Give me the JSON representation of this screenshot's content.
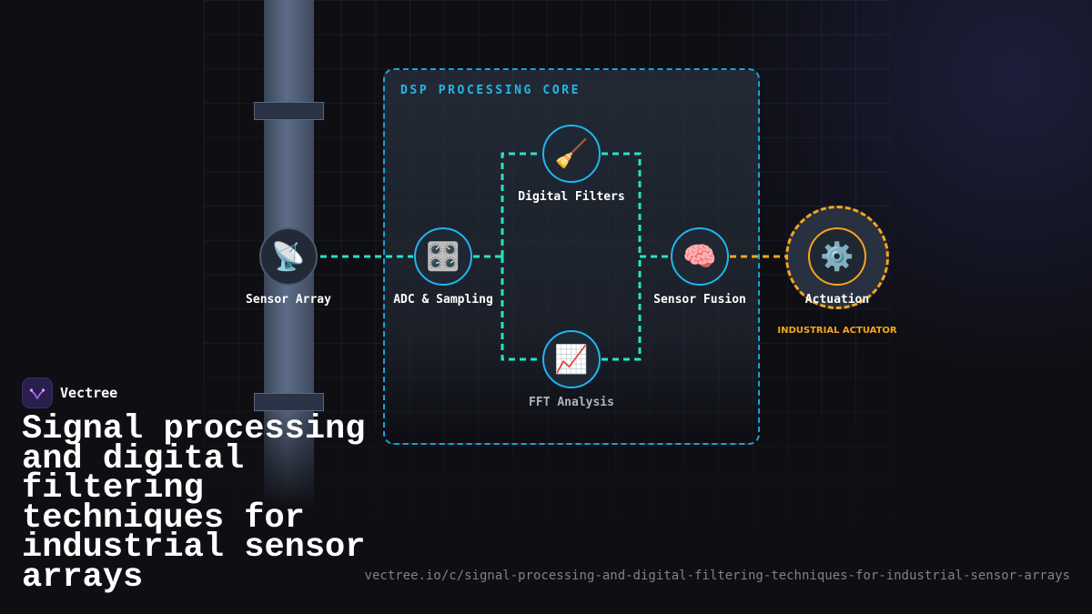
{
  "diagram": {
    "group_title": "DSP PROCESSING CORE",
    "nodes": [
      {
        "id": "sensor-array",
        "label": "Sensor Array",
        "icon": "📡",
        "icon_name": "satellite-antenna-icon"
      },
      {
        "id": "adc",
        "label": "ADC & Sampling",
        "icon": "🎛️",
        "icon_name": "control-knobs-icon"
      },
      {
        "id": "filters",
        "label": "Digital Filters",
        "icon": "🧹",
        "icon_name": "broom-icon"
      },
      {
        "id": "fft",
        "label": "FFT Analysis",
        "icon": "📈",
        "icon_name": "chart-increasing-icon"
      },
      {
        "id": "fusion",
        "label": "Sensor Fusion",
        "icon": "🧠",
        "icon_name": "brain-icon"
      },
      {
        "id": "actuation",
        "label": "Actuation",
        "icon": "⚙️",
        "icon_name": "gear-icon"
      }
    ],
    "actuation_sublabel": "INDUSTRIAL ACTUATOR",
    "colors": {
      "link": "#27e3c2",
      "accent": "#1fb6f0",
      "actuator": "#f5a51c"
    }
  },
  "brand": {
    "name": "Vectree"
  },
  "headline": "Signal processing and digital filtering techniques for industrial sensor arrays",
  "url": "vectree.io/c/signal-processing-and-digital-filtering-techniques-for-industrial-sensor-arrays"
}
